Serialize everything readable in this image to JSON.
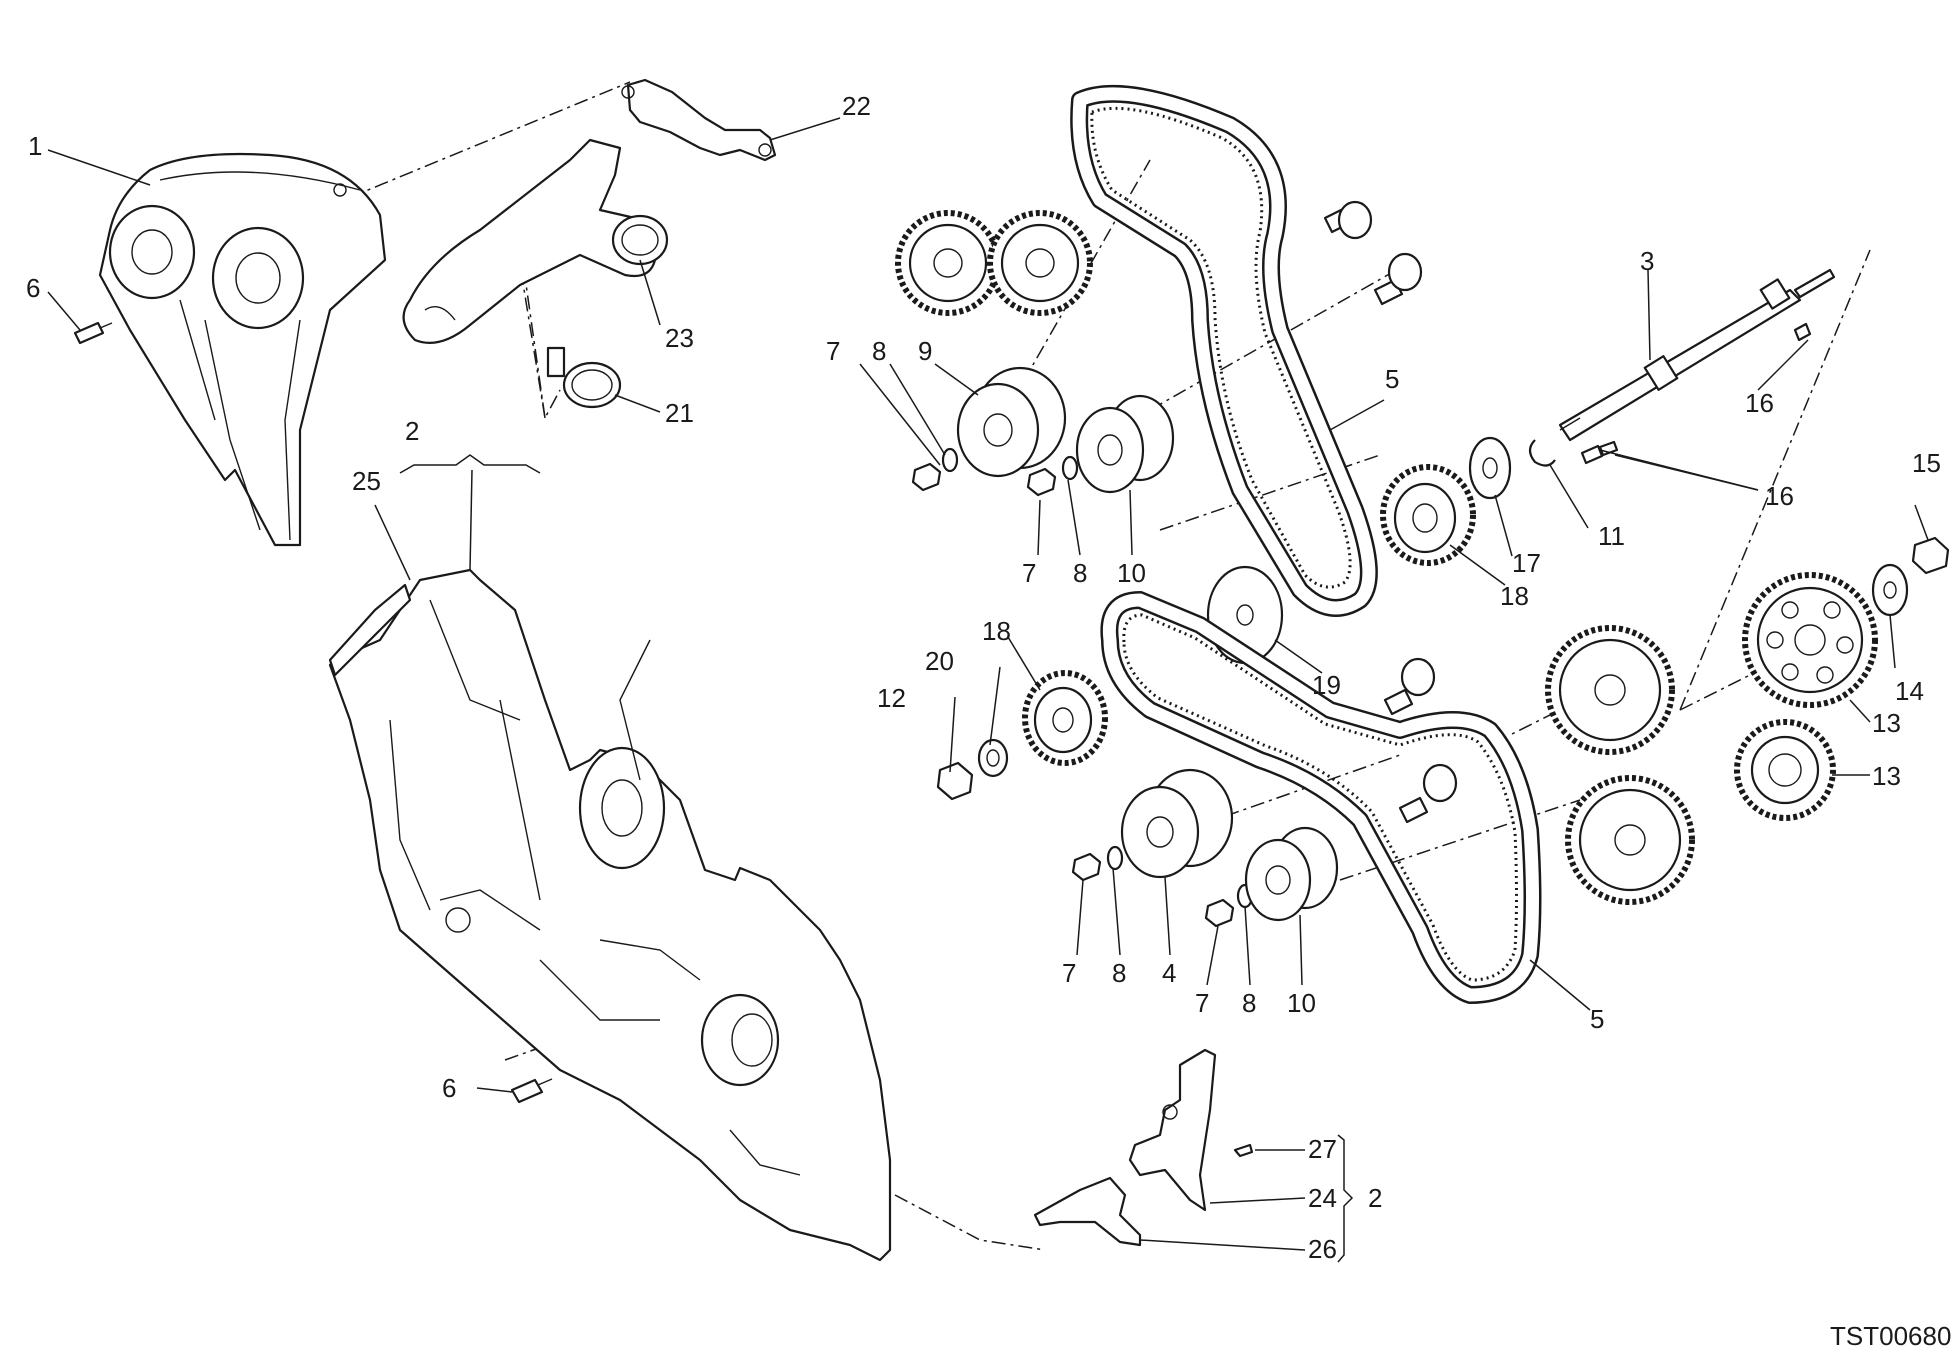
{
  "diagram_code": "TST00680",
  "labels": {
    "l1": "1",
    "l2a": "2",
    "l2b": "2",
    "l3": "3",
    "l4": "4",
    "l5a": "5",
    "l5b": "5",
    "l6a": "6",
    "l6b": "6",
    "l7a": "7",
    "l7b": "7",
    "l7c": "7",
    "l7d": "7",
    "l8a": "8",
    "l8b": "8",
    "l8c": "8",
    "l8d": "8",
    "l9": "9",
    "l10a": "10",
    "l10b": "10",
    "l11": "11",
    "l12": "12",
    "l13a": "13",
    "l13b": "13",
    "l14": "14",
    "l15": "15",
    "l16a": "16",
    "l16b": "16",
    "l17": "17",
    "l18a": "18",
    "l18b": "18",
    "l19": "19",
    "l20": "20",
    "l21": "21",
    "l22": "22",
    "l23": "23",
    "l24": "24",
    "l25": "25",
    "l26": "26",
    "l27": "27"
  }
}
